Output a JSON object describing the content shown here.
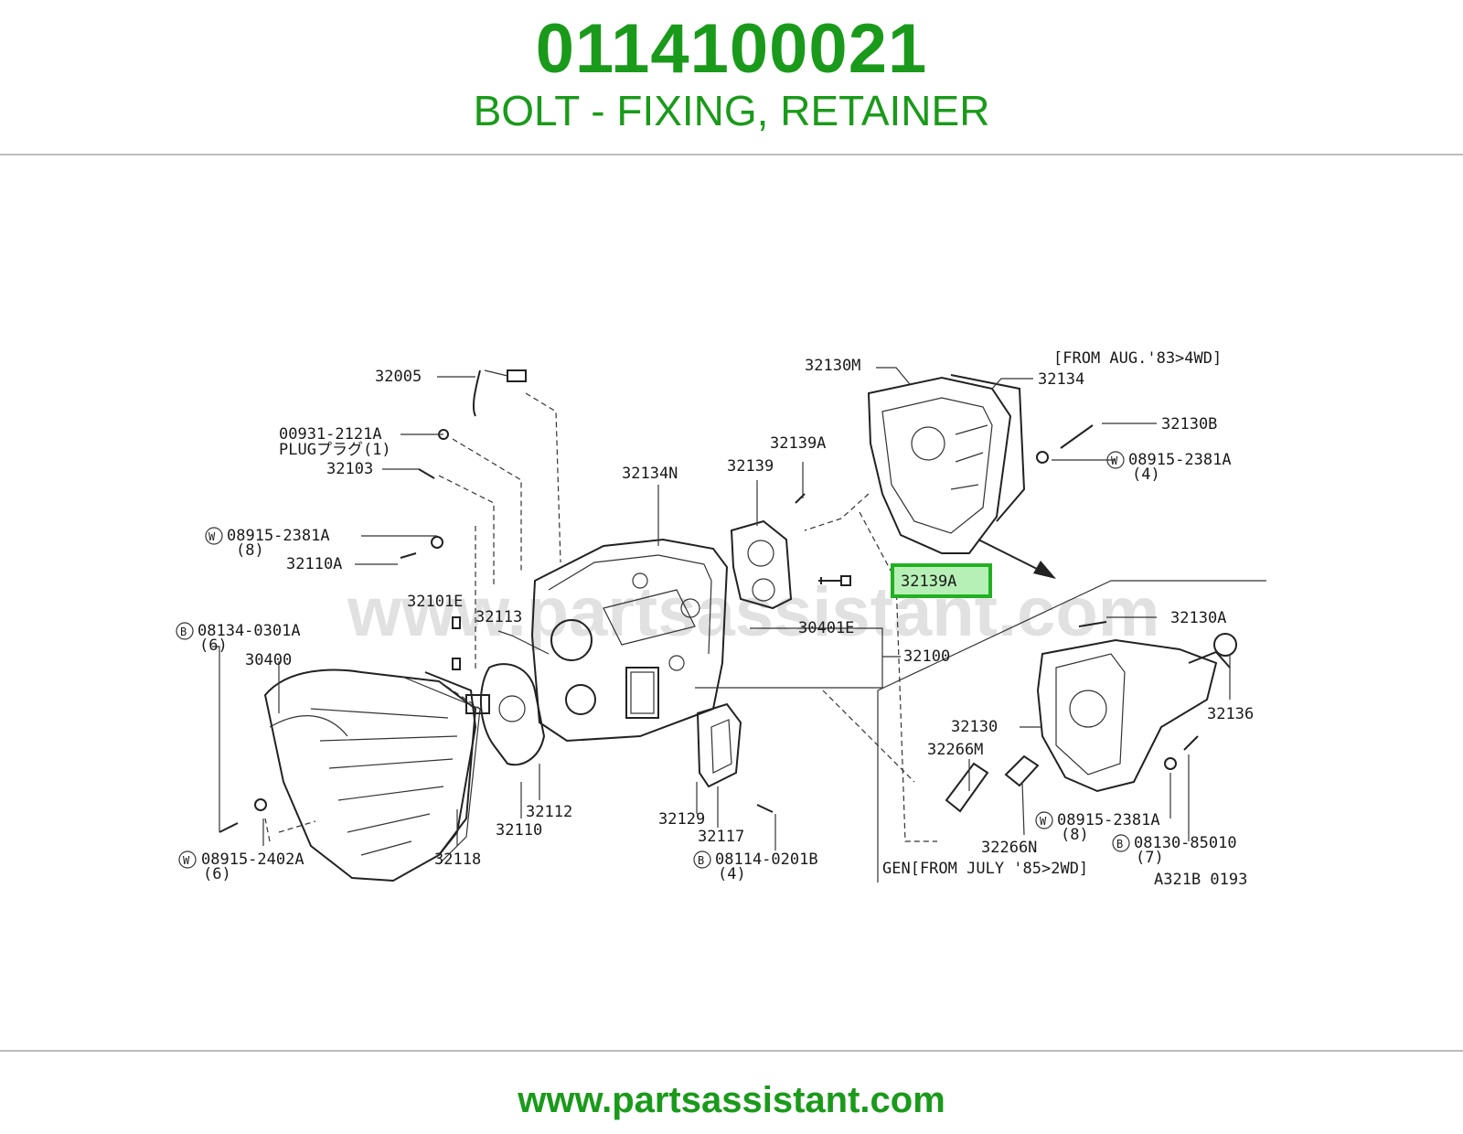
{
  "header": {
    "part_number": "0114100021",
    "description": "BOLT - FIXING, RETAINER"
  },
  "diagram": {
    "watermark": "www.partsassistant.com",
    "note_top": "[FROM AUG.'83>4WD]",
    "note_bottom": "GEN[FROM JULY '85>2WD]",
    "ref_code": "A321B 0193",
    "highlighted_label": "32139A",
    "labels": {
      "l_32005": "32005",
      "l_00931": "00931-2121A",
      "l_plug": "PLUGプラグ(1)",
      "l_32103": "32103",
      "l_w08915_8": "08915-2381A",
      "l_w08915_8q": "(8)",
      "l_32110A": "32110A",
      "l_32101E": "32101E",
      "l_b08134": "08134-0301A",
      "l_b08134q": "(6)",
      "l_30400": "30400",
      "l_32113": "32113",
      "l_32134N": "32134N",
      "l_32139": "32139",
      "l_32139A_top": "32139A",
      "l_30401E": "30401E",
      "l_32100": "32100",
      "l_32130M": "32130M",
      "l_32134": "32134",
      "l_32130B": "32130B",
      "l_w08915_4": "08915-2381A",
      "l_w08915_4q": "(4)",
      "l_32130A": "32130A",
      "l_32136": "32136",
      "l_32130": "32130",
      "l_32266M": "32266M",
      "l_32266N": "32266N",
      "l_w08915_8b": "08915-2381A",
      "l_w08915_8bq": "(8)",
      "l_b08130": "08130-85010",
      "l_b08130q": "(7)",
      "l_32112": "32112",
      "l_32110": "32110",
      "l_32129": "32129",
      "l_32117": "32117",
      "l_b08114": "08114-0201B",
      "l_b08114q": "(4)",
      "l_32118": "32118",
      "l_w08915_6": "08915-2402A",
      "l_w08915_6q": "(6)"
    }
  },
  "footer": {
    "url": "www.partsassistant.com"
  }
}
